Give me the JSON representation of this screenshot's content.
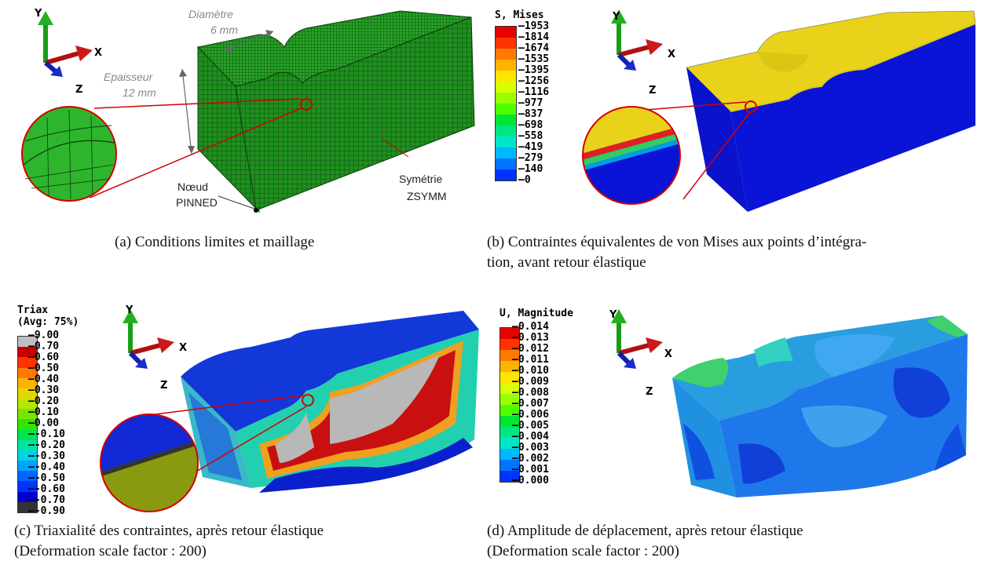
{
  "panel_a": {
    "caption": "(a) Conditions limites et maillage",
    "diametre": "Diamètre",
    "diametre_val": "6 mm",
    "epaisseur": "Epaisseur",
    "epaisseur_val": "12 mm",
    "noeud": "Nœud",
    "pinned": "PINNED",
    "symetrie": "Symétrie",
    "zsymm": "ZSYMM",
    "axes": {
      "y": "Y",
      "x": "X",
      "z": "Z"
    }
  },
  "panel_b": {
    "caption_line1": "(b) Contraintes équivalentes de von Mises aux points d’intégra-",
    "caption_line2": "tion, avant retour élastique",
    "legend_title": "S, Mises",
    "legend_values": [
      "1953",
      "1814",
      "1674",
      "1535",
      "1395",
      "1256",
      "1116",
      "977",
      "837",
      "698",
      "558",
      "419",
      "279",
      "140",
      "0"
    ],
    "legend_colors": [
      "#e60000",
      "#ff3300",
      "#ff7a00",
      "#ffb300",
      "#ffe600",
      "#d9ff00",
      "#99ff00",
      "#4dff00",
      "#00e632",
      "#00e685",
      "#00e6c8",
      "#00b8ff",
      "#0073ff",
      "#0033ff"
    ],
    "axes": {
      "y": "Y",
      "x": "X",
      "z": "Z"
    }
  },
  "panel_c": {
    "caption_line1": "(c) Triaxialité des contraintes, après retour élastique",
    "caption_line2": "(Deformation scale factor : 200)",
    "legend_title_1": "Triax",
    "legend_title_2": "(Avg: 75%)",
    "legend_values": [
      "9.00",
      "0.70",
      "0.60",
      "0.50",
      "0.40",
      "0.30",
      "0.20",
      "0.10",
      "0.00",
      "-0.10",
      "-0.20",
      "-0.30",
      "-0.40",
      "-0.50",
      "-0.60",
      "-0.70",
      "-0.90"
    ],
    "legend_colors": [
      "#bfbfbf",
      "#c80000",
      "#ff3300",
      "#ff7a00",
      "#ffb300",
      "#e6d600",
      "#b8e600",
      "#7ae600",
      "#33e600",
      "#00e650",
      "#00e6a0",
      "#00d4e6",
      "#00a3ff",
      "#0066ff",
      "#0033ff",
      "#0000cc",
      "#333333"
    ],
    "axes": {
      "y": "Y",
      "x": "X",
      "z": "Z"
    }
  },
  "panel_d": {
    "caption_line1": "(d) Amplitude de déplacement, après retour élastique",
    "caption_line2": "(Deformation scale factor : 200)",
    "legend_title": "U, Magnitude",
    "legend_values": [
      "0.014",
      "0.013",
      "0.012",
      "0.011",
      "0.010",
      "0.009",
      "0.008",
      "0.007",
      "0.006",
      "0.005",
      "0.004",
      "0.003",
      "0.002",
      "0.001",
      "0.000"
    ],
    "legend_colors": [
      "#e60000",
      "#ff3300",
      "#ff7a00",
      "#ffb300",
      "#ffe600",
      "#d9ff00",
      "#99ff00",
      "#4dff00",
      "#00e632",
      "#00e685",
      "#00e6c8",
      "#00b8ff",
      "#0073ff",
      "#0033ff"
    ],
    "axes": {
      "y": "Y",
      "x": "X",
      "z": "Z"
    }
  }
}
